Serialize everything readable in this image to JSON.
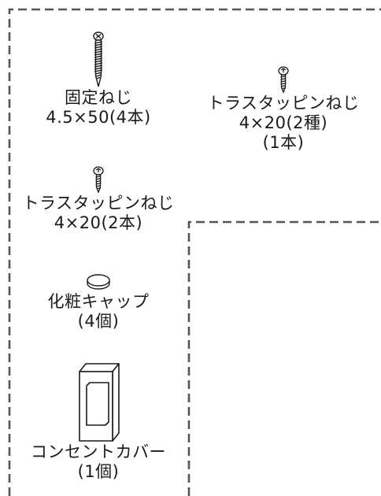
{
  "parts": [
    {
      "id": "fixing-screw",
      "icon": "long-screw-icon",
      "name": "固定ねじ",
      "spec": "4.5×50(4本)"
    },
    {
      "id": "truss-tapping-screw-2types",
      "icon": "short-screw-icon",
      "name": "トラスタッピンねじ",
      "spec": "4×20(2種)",
      "qty": "(1本)"
    },
    {
      "id": "truss-tapping-screw",
      "icon": "short-screw-icon",
      "name": "トラスタッピンねじ",
      "spec": "4×20(2本)"
    },
    {
      "id": "decorative-cap",
      "icon": "cap-icon",
      "name": "化粧キャップ",
      "qty": "(4個)"
    },
    {
      "id": "outlet-cover",
      "icon": "outlet-cover-icon",
      "name": "コンセントカバー",
      "qty": "(1個)"
    }
  ],
  "colors": {
    "line": "#1a1a1a",
    "dash": "#555555",
    "background": "#ffffff"
  }
}
